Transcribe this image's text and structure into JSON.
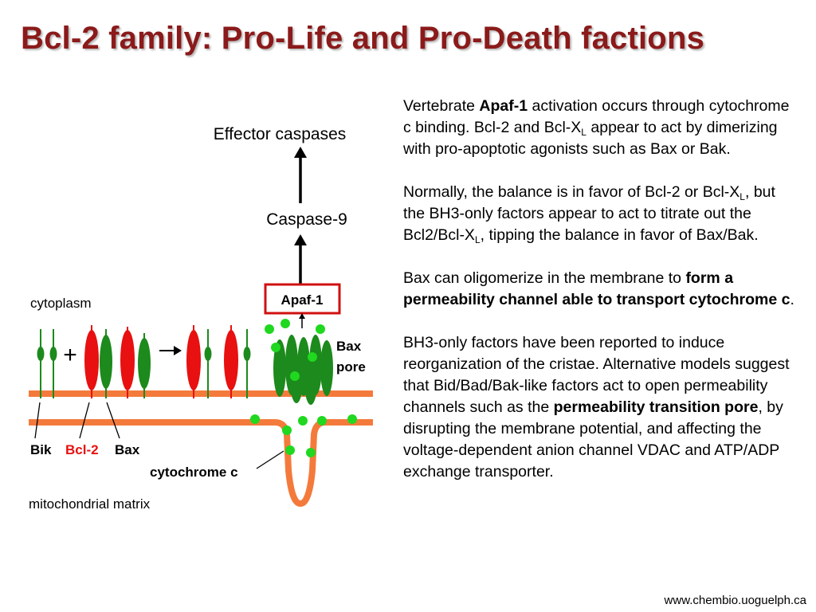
{
  "title": "Bcl-2 family: Pro-Life and Pro-Death factions",
  "diagram": {
    "effector": "Effector caspases",
    "caspase9": "Caspase-9",
    "apaf1": "Apaf-1",
    "cytoplasm": "cytoplasm",
    "bax_pore_1": "Bax",
    "bax_pore_2": "pore",
    "plus": "+",
    "bik": "Bik",
    "bcl2": "Bcl-2",
    "bax": "Bax",
    "cytochrome": "cytochrome c",
    "matrix": "mitochondrial matrix",
    "colors": {
      "membrane": "#f47a3c",
      "bcl2": "#e81010",
      "bax": "#1c8a1c",
      "cyt": "#1fd81f",
      "apaf_box": "#d01010"
    }
  },
  "text": {
    "p1": {
      "a": "Vertebrate ",
      "b": "Apaf-1",
      "c": " activation occurs through cytochrome c binding. Bcl-2 and Bcl-X",
      "sub": "L",
      "d": " appear to act by dimerizing with pro-apoptotic agonists such as Bax or Bak."
    },
    "p2": {
      "a": "Normally, the balance is in favor of Bcl-2 or Bcl-X",
      "sub1": "L",
      "b": ", but the BH3-only factors appear to act to titrate out the Bcl2/Bcl-X",
      "sub2": "L",
      "c": ", tipping the balance in favor of Bax/Bak."
    },
    "p3": {
      "a": "Bax can oligomerize in the membrane to ",
      "b": "form a permeability channel able to transport cytochrome c",
      "c": "."
    },
    "p4": {
      "a": "BH3-only factors have been reported to induce reorganization of the cristae. Alternative models suggest that Bid/Bad/Bak-like factors act to open permeability channels such as the ",
      "b": "permeability transition pore",
      "c": ", by disrupting the membrane potential, and affecting the voltage-dependent anion channel VDAC and ATP/ADP exchange transporter."
    }
  },
  "footer": "www.chembio.uoguelph.ca"
}
